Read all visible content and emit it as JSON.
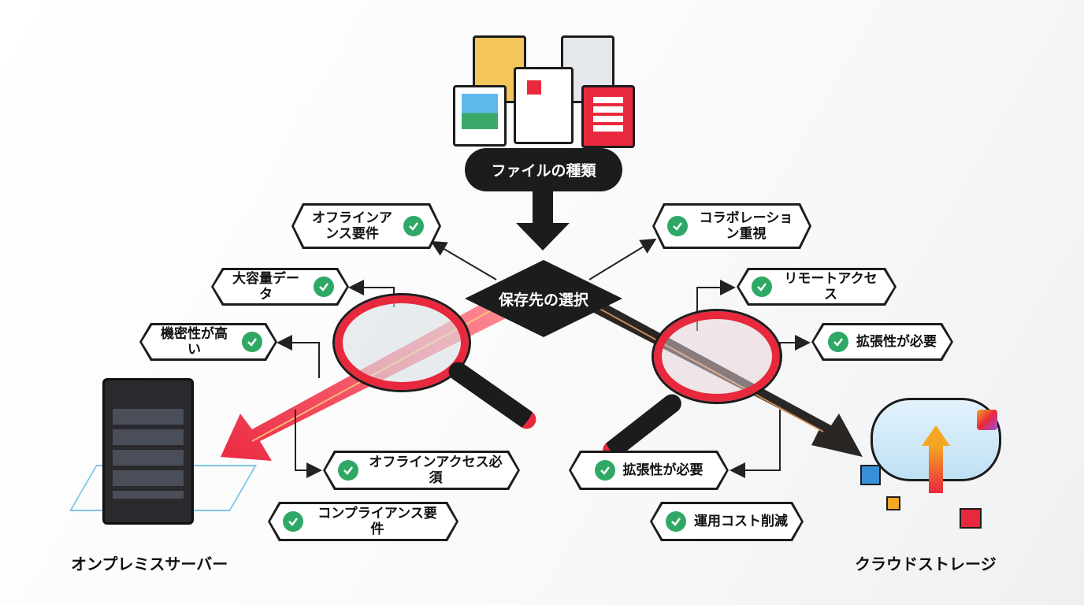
{
  "top": {
    "label": "ファイルの種類"
  },
  "center": {
    "label": "保存先の選択"
  },
  "left_branch": {
    "title": "オンプレミスサーバー",
    "tags": [
      "オフラインアンス要件",
      "大容量データ",
      "機密性が高い",
      "オフラインアクセス必須",
      "コンプライアンス要件"
    ]
  },
  "right_branch": {
    "title": "クラウドストレージ",
    "tags": [
      "コラボレーション重視",
      "リモートアクセス",
      "拡張性が必要",
      "拡張性が必要",
      "運用コスト削減"
    ]
  },
  "colors": {
    "accent_red": "#e8283c",
    "check_green": "#2fa865",
    "dark": "#1c1c1c"
  }
}
